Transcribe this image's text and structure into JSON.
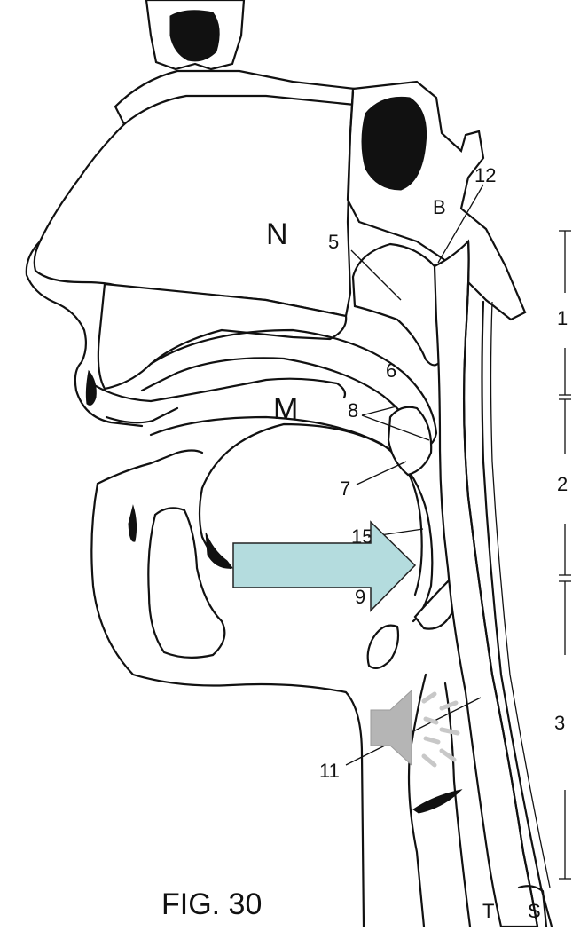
{
  "figure": {
    "caption": "FIG. 30",
    "letters": {
      "N": "N",
      "B": "B",
      "M": "M",
      "T": "T",
      "S": "S"
    },
    "numbers": {
      "n5": "5",
      "n6": "6",
      "n7": "7",
      "n8": "8",
      "n11": "11",
      "n12": "12",
      "n15": "15",
      "n9": "9"
    },
    "regions": {
      "r1": "1",
      "r2": "2",
      "r3": "3"
    }
  },
  "overlays": {
    "arrow_color": "#b4dcde",
    "speaker_icon": "speaker-icon"
  }
}
